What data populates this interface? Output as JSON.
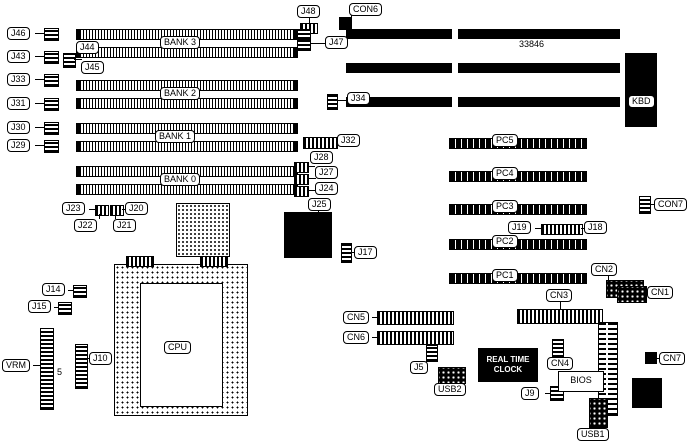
{
  "labels": {
    "j46": "J46",
    "j43": "J43",
    "j33": "J33",
    "j31": "J31",
    "j30": "J30",
    "j29": "J29",
    "j44": "J44",
    "j45": "J45",
    "bank3": "BANK 3",
    "bank2": "BANK 2",
    "bank1": "BANK 1",
    "bank0": "BANK 0",
    "j48": "J48",
    "con6": "CON6",
    "j47": "J47",
    "num33846": "33846",
    "j34": "J34",
    "kbd": "KBD",
    "pc5": "PC5",
    "pc4": "PC4",
    "pc3": "PC3",
    "pc2": "PC2",
    "pc1": "PC1",
    "j19": "J19",
    "j18": "J18",
    "con7": "CON7",
    "j32": "J32",
    "j28": "J28",
    "j27": "J27",
    "j24": "J24",
    "j25": "J25",
    "j23": "J23",
    "j20": "J20",
    "j22": "J22",
    "j21": "J21",
    "j17": "J17",
    "cpu": "CPU",
    "j14": "J14",
    "j15": "J15",
    "vrm": "VRM",
    "five": "5",
    "j10": "J10",
    "cn5": "CN5",
    "cn6": "CN6",
    "j5": "J5",
    "usb2": "USB2",
    "rtc1": "REAL TIME",
    "rtc2": "CLOCK",
    "j9": "J9",
    "cn4": "CN4",
    "bios": "BIOS",
    "cn3": "CN3",
    "cn2": "CN2",
    "cn1": "CN1",
    "cn7": "CN7",
    "usb1": "USB1"
  },
  "colors": {
    "ink": "#000000",
    "paper": "#ffffff"
  }
}
